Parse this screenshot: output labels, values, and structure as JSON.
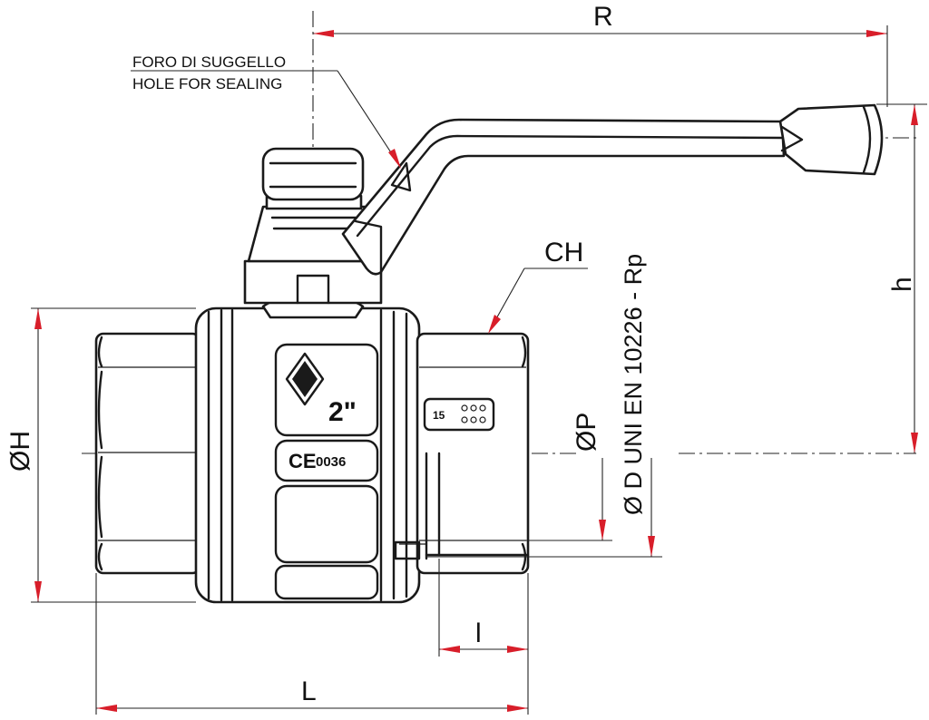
{
  "diagram": {
    "dimensions": {
      "R": "R",
      "h": "h",
      "CH": "CH",
      "OH": "ØH",
      "OP": "ØP",
      "L": "L",
      "l": "l"
    },
    "sealing_hole_label_it": "FORO DI SUGGELLO",
    "sealing_hole_label_en": "HOLE FOR SEALING",
    "standard_label": "Ø D UNI EN 10226 - Rp",
    "body_markings": {
      "size": "2\"",
      "ce_mark": "CE",
      "ce_number": "0036",
      "pressure_rating": "15"
    },
    "colors": {
      "arrow": "#d81e2a",
      "line": "#1a1a1a"
    }
  }
}
